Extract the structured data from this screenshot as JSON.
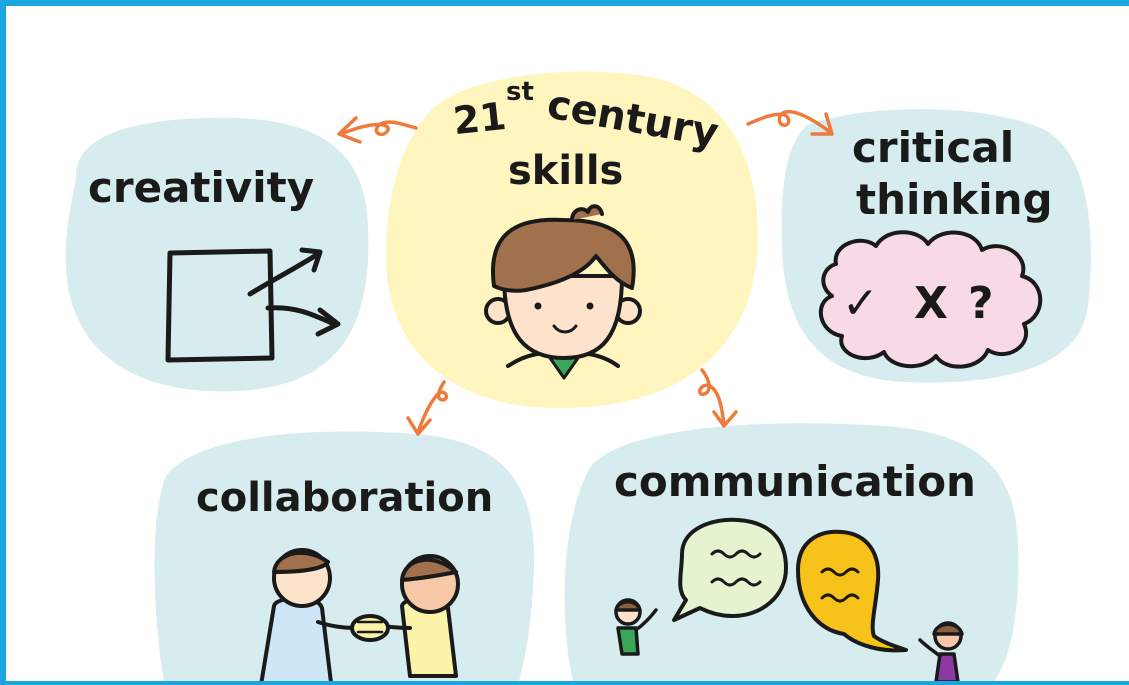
{
  "center": {
    "title_num": "21",
    "title_sup": "st",
    "title_rest": "century",
    "title_line2": "skills"
  },
  "skills": {
    "creativity": "creativity",
    "critical_line1": "critical",
    "critical_line2": "thinking",
    "collaboration": "collaboration",
    "communication": "communication"
  },
  "cloud_symbols": {
    "check": "✓",
    "cross": "X",
    "question": "?"
  },
  "colors": {
    "frame": "#1aa6df",
    "center_blob": "#fff5bf",
    "skill_blob": "#d6ecee",
    "arrow": "#ee7b3b",
    "cloud": "#f8d9e6",
    "bubble_left": "#e5f3d1",
    "bubble_right": "#f7c21a"
  }
}
